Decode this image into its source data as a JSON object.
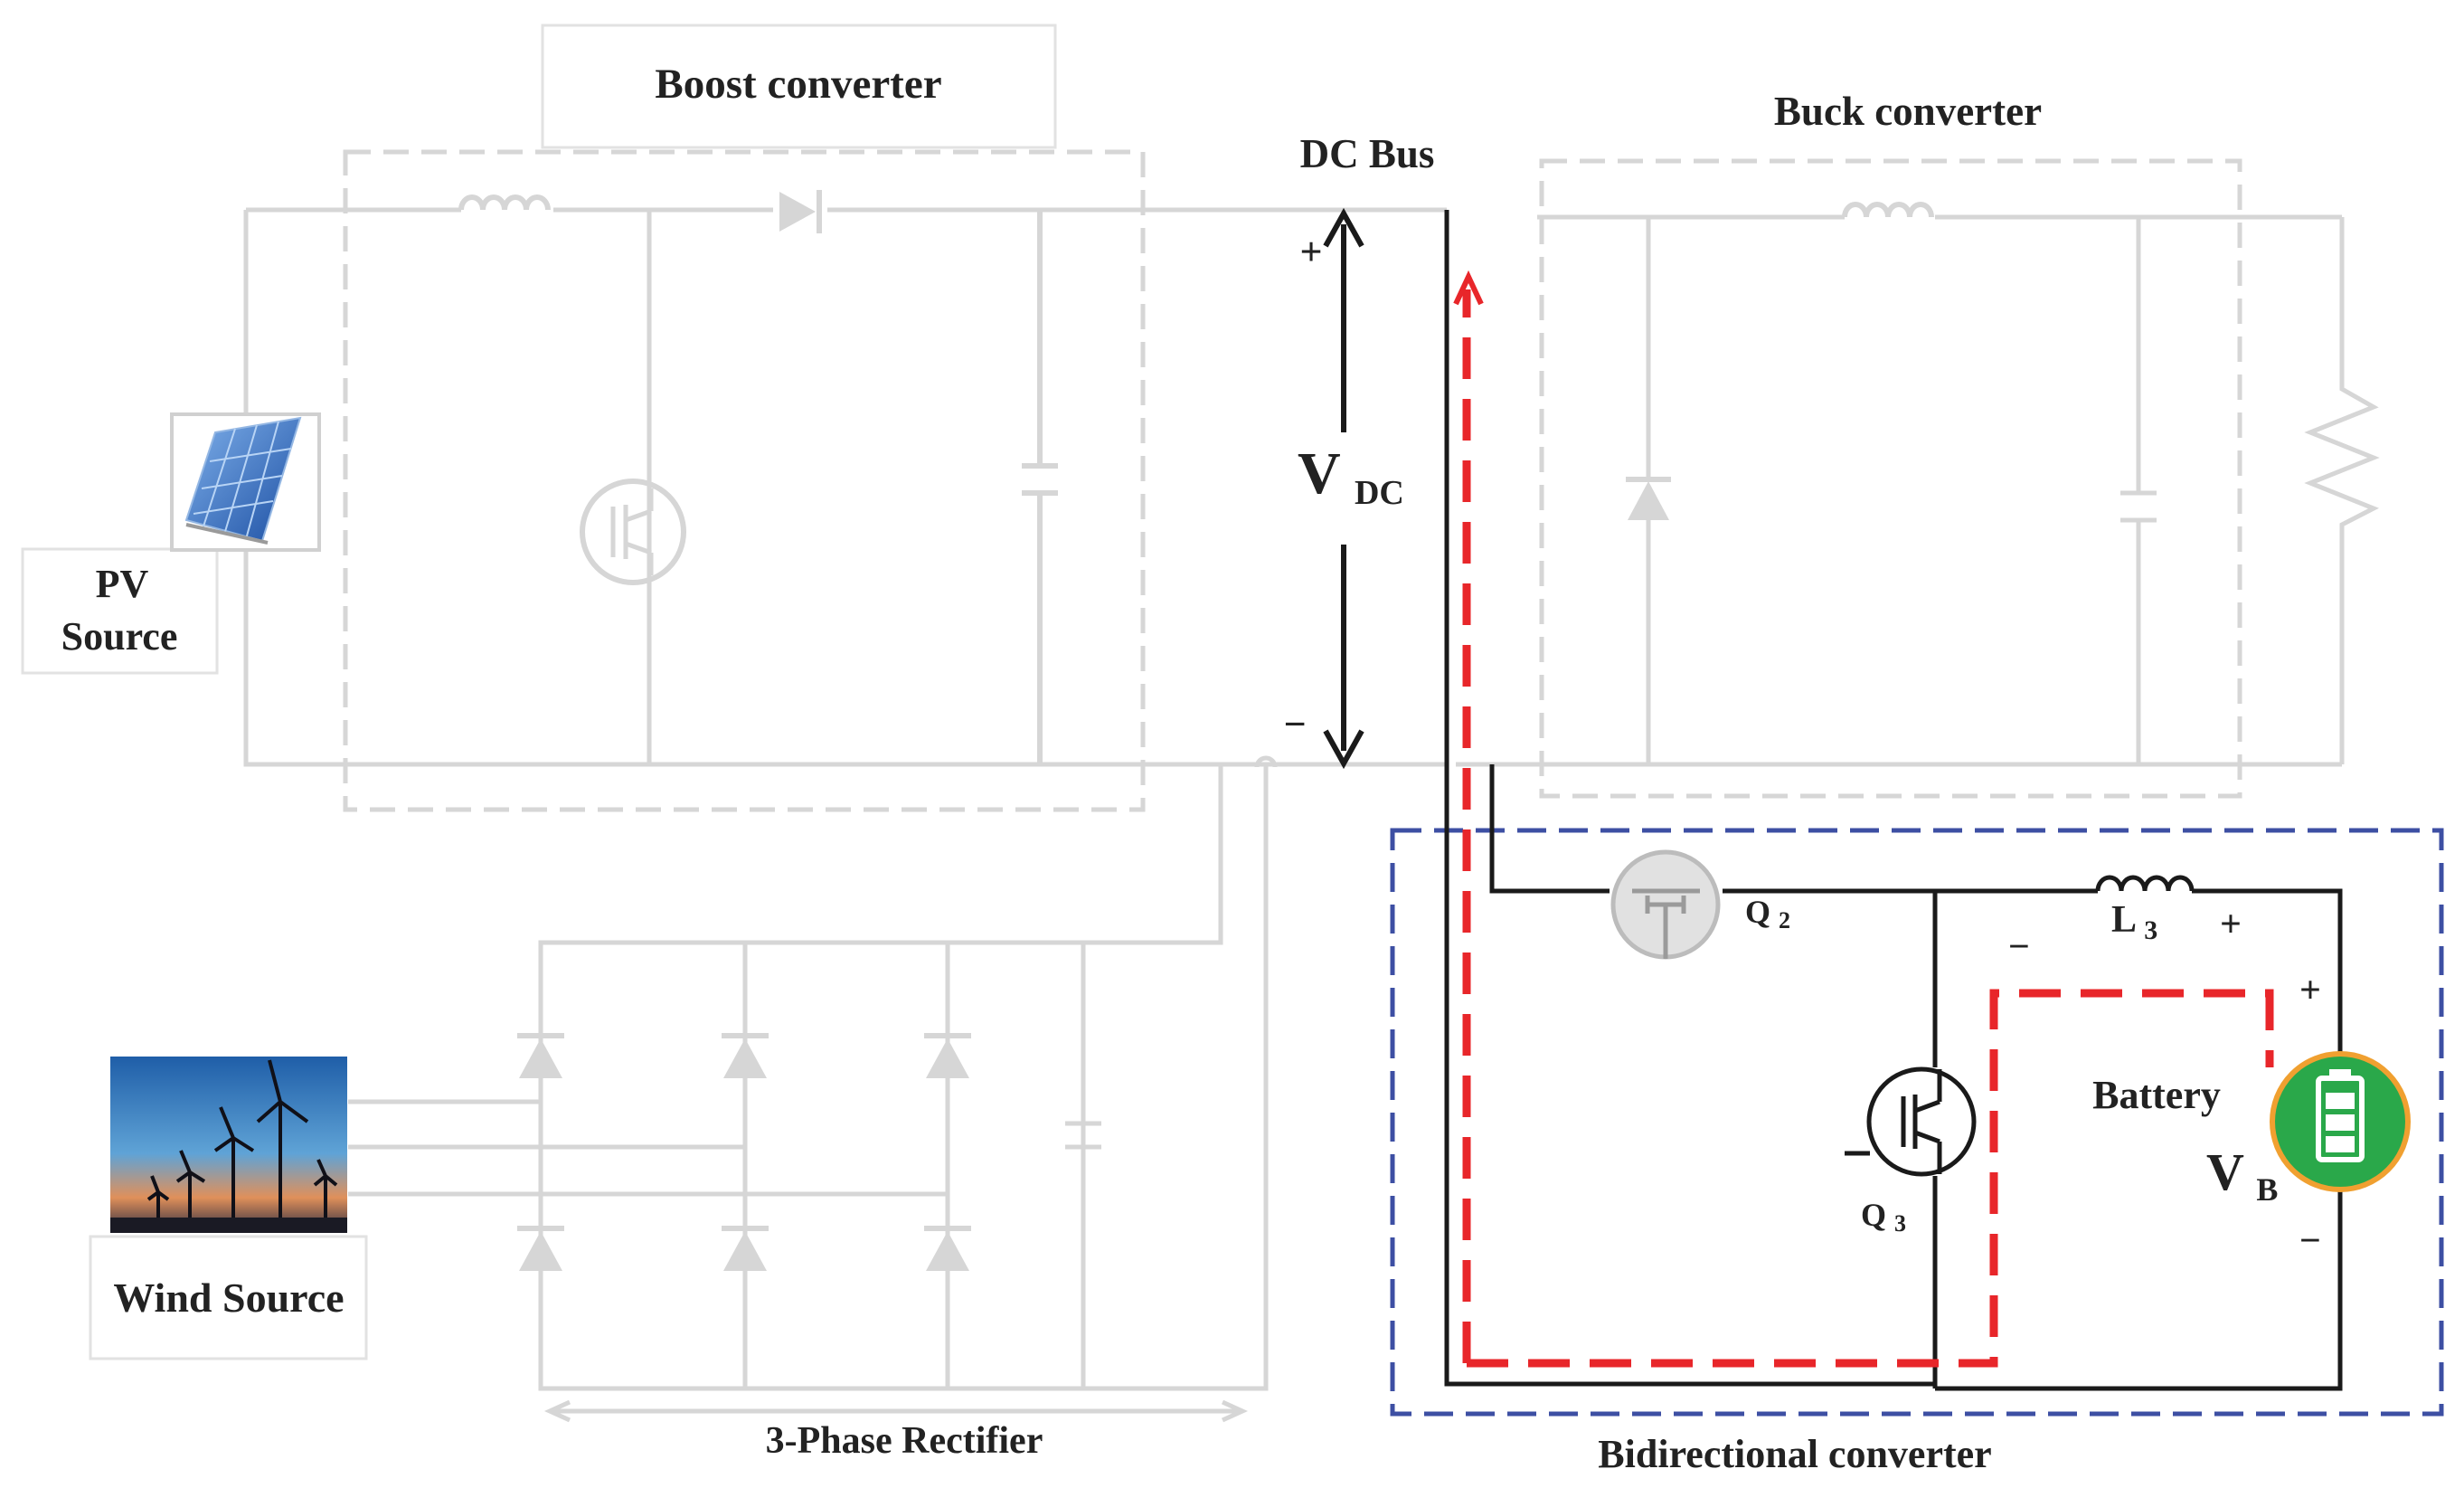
{
  "labels": {
    "boost": "Boost converter",
    "buck": "Buck converter",
    "dc_bus": "DC Bus",
    "vdc_main": "V",
    "vdc_sub": "DC",
    "plus_top": "+",
    "minus_bottom": "−",
    "pv": [
      "PV",
      "Source"
    ],
    "wind": "Wind Source",
    "rectifier": "3-Phase Rectifier",
    "bidirectional": "Bidirectional converter",
    "q2": "Q",
    "q2_sub": "2",
    "q3": "Q",
    "q3_sub": "3",
    "l3": "L",
    "l3_sub": "3",
    "battery": "Battery",
    "vb_main": "V",
    "vb_sub": "B",
    "l3_minus": "−",
    "l3_plus": "+",
    "batt_plus": "+",
    "batt_minus": "−"
  },
  "colors": {
    "inactive_wire": "#d6d6d6",
    "active_wire": "#1a1a1a",
    "current_path": "#e8262a",
    "bidirectional_box": "#3d4fa3",
    "battery_fill": "#2aa84a",
    "battery_ring": "#f0a030"
  },
  "icons": {
    "pv_source": "solar-panel-icon",
    "wind_source": "wind-turbine-icon",
    "battery": "battery-icon"
  }
}
